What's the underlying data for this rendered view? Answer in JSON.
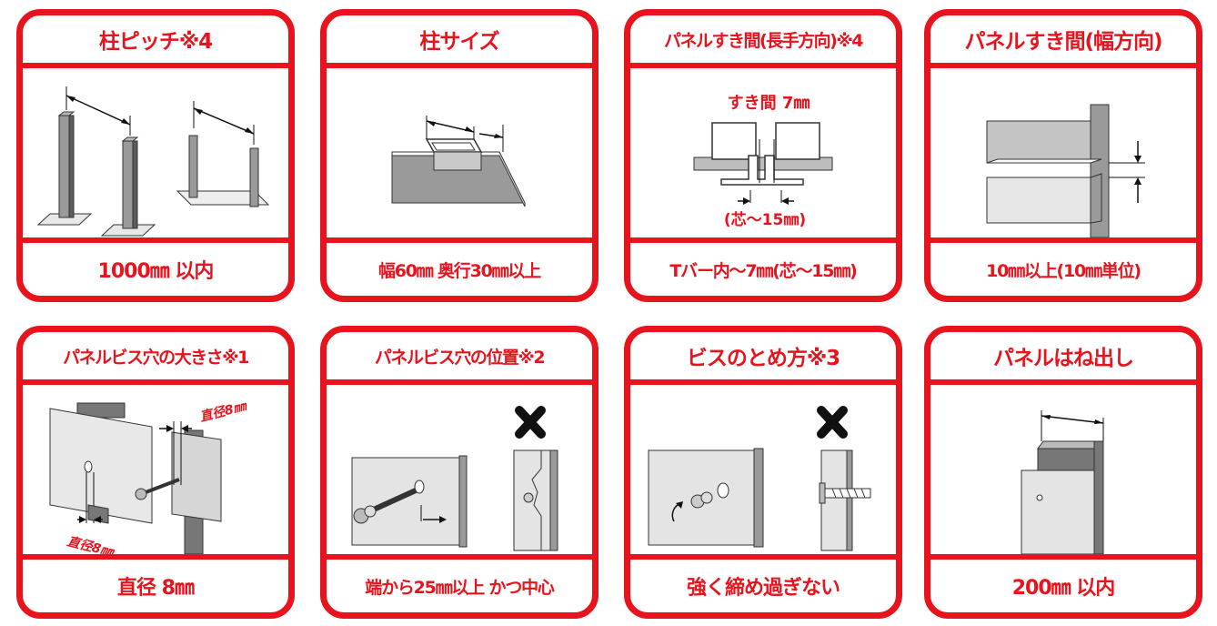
{
  "colors": {
    "accent": "#e8141d",
    "gray_light": "#d8d8d8",
    "gray_mid": "#9a9a9a",
    "gray_dark": "#5c5c5c"
  },
  "cards": [
    {
      "title": "柱ピッチ※4",
      "value": "1000㎜ 以内",
      "icon": "post-pitch-icon",
      "labels": []
    },
    {
      "title": "柱サイズ",
      "value": "幅60㎜ 奥行30㎜以上",
      "icon": "post-size-icon",
      "labels": []
    },
    {
      "title": "パネルすき間(長手方向)※4",
      "value": "Tバー内～7㎜(芯～15㎜)",
      "icon": "panel-gap-length-icon",
      "labels": [
        "すき間 7㎜",
        "(芯～15㎜)"
      ]
    },
    {
      "title": "パネルすき間(幅方向)",
      "value": "10㎜以上(10㎜単位)",
      "icon": "panel-gap-width-icon",
      "labels": []
    },
    {
      "title": "パネルビス穴の大きさ※1",
      "value": "直径 8㎜",
      "icon": "screw-hole-size-icon",
      "labels": [
        "直径8㎜",
        "直径8㎜"
      ]
    },
    {
      "title": "パネルビス穴の位置※2",
      "value": "端から25㎜以上 かつ中心",
      "icon": "screw-hole-position-icon",
      "labels": []
    },
    {
      "title": "ビスのとめ方※3",
      "value": "強く締め過ぎない",
      "icon": "screw-fastening-icon",
      "labels": []
    },
    {
      "title": "パネルはね出し",
      "value": "200㎜ 以内",
      "icon": "panel-overhang-icon",
      "labels": []
    }
  ]
}
